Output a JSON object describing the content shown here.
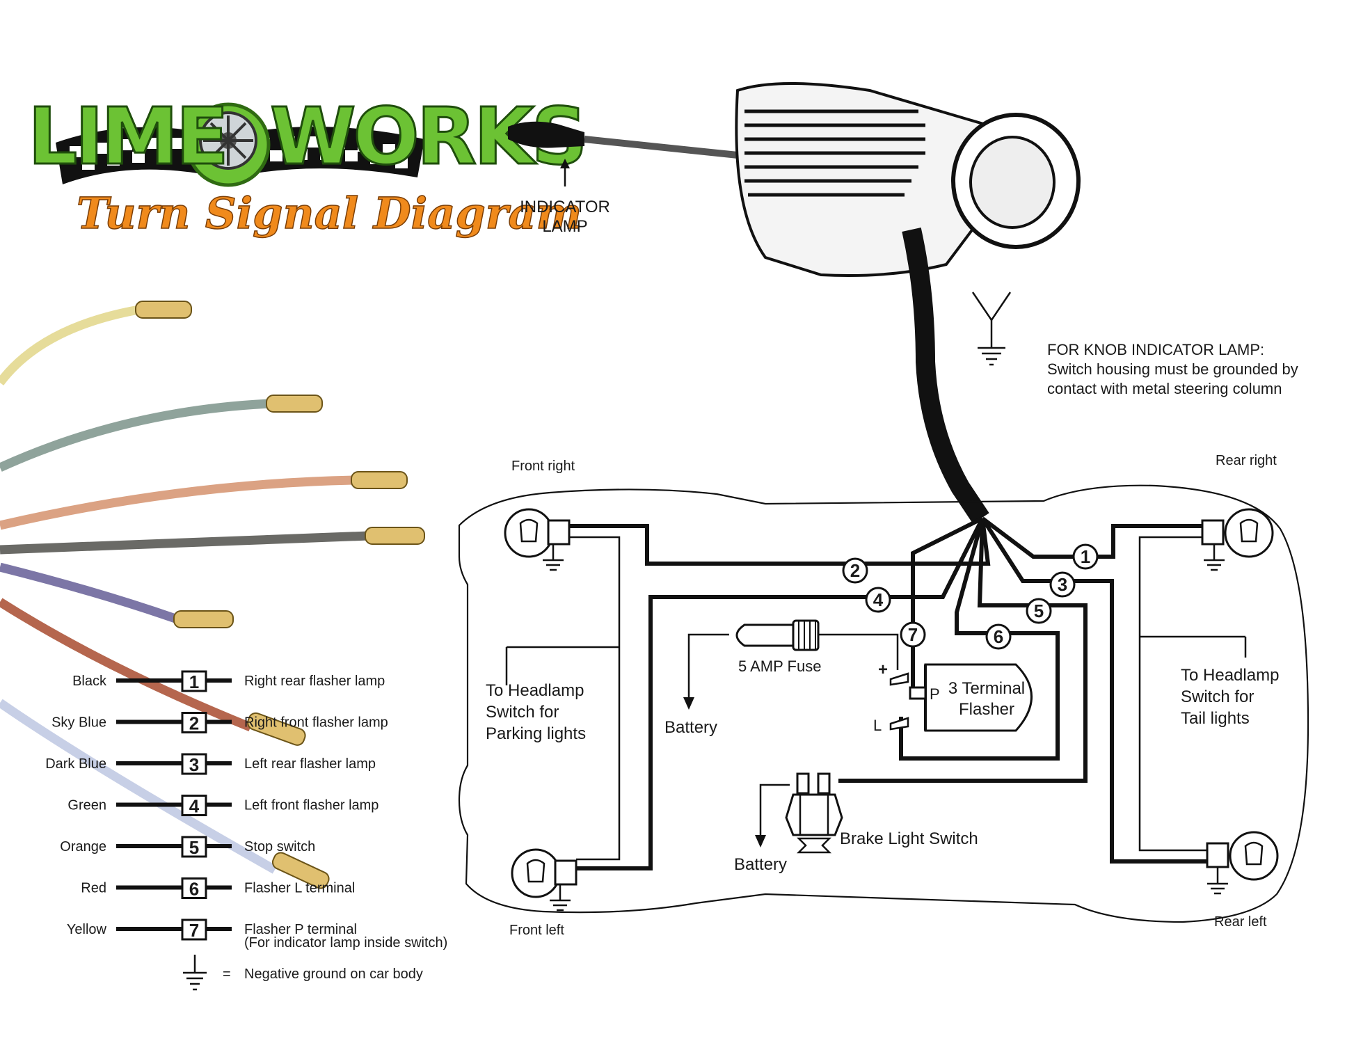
{
  "logo": {
    "brand_text": "LIME WORKS",
    "subtitle": "Turn Signal Diagram",
    "colors": {
      "green": "#6cc234",
      "green_dark": "#2f6a12",
      "orange": "#f08a1c"
    }
  },
  "switch": {
    "indicator_label_line1": "INDICATOR",
    "indicator_label_line2": "LAMP"
  },
  "note": {
    "line1": "FOR KNOB INDICATOR LAMP:",
    "line2": "Switch housing must be grounded by",
    "line3": "contact with metal steering column"
  },
  "corners": {
    "front_right": "Front right",
    "front_left": "Front left",
    "rear_right": "Rear right",
    "rear_left": "Rear left"
  },
  "headlamp_left": {
    "line1": "To Headlamp",
    "line2": "Switch for",
    "line3": "Parking lights"
  },
  "headlamp_right": {
    "line1": "To Headlamp",
    "line2": "Switch for",
    "line3": "Tail lights"
  },
  "fuse_label": "5 AMP Fuse",
  "battery_label": "Battery",
  "battery_label_2": "Battery",
  "flasher": {
    "line1": "3 Terminal",
    "line2": "Flasher",
    "plus": "+",
    "p": "P",
    "l": "L"
  },
  "brake_label": "Brake Light Switch",
  "wire_numbers": [
    "1",
    "2",
    "3",
    "4",
    "5",
    "6",
    "7"
  ],
  "legend": [
    {
      "color_name": "Black",
      "number": "1",
      "description": "Right rear flasher lamp"
    },
    {
      "color_name": "Sky Blue",
      "number": "2",
      "description": "Right front flasher lamp"
    },
    {
      "color_name": "Dark Blue",
      "number": "3",
      "description": "Left rear flasher lamp"
    },
    {
      "color_name": "Green",
      "number": "4",
      "description": "Left front flasher lamp"
    },
    {
      "color_name": "Orange",
      "number": "5",
      "description": "Stop switch"
    },
    {
      "color_name": "Red",
      "number": "6",
      "description": "Flasher L terminal"
    },
    {
      "color_name": "Yellow",
      "number": "7",
      "description": "Flasher P terminal"
    }
  ],
  "legend_extra": "(For indicator lamp inside switch)",
  "ground_legend": {
    "equals": "=",
    "text": "Negative ground on car body"
  },
  "wire_colors": {
    "yellow": "#e6dc9a",
    "gray_green": "#8fa39b",
    "salmon": "#dba283",
    "dark_gray": "#6a6a66",
    "purple": "#7c76a6",
    "rust": "#b5664e",
    "light_blue": "#c7cfe6"
  }
}
